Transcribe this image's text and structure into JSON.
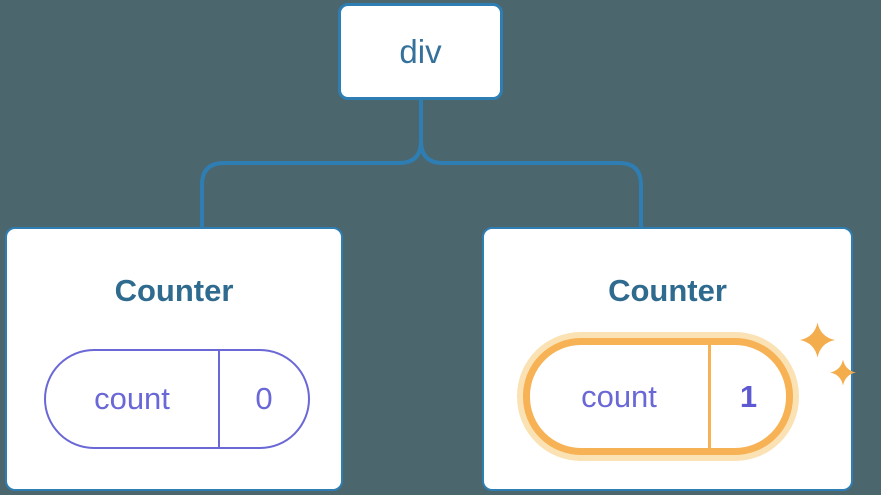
{
  "diagram": {
    "root": {
      "label": "div"
    },
    "children": [
      {
        "title": "Counter",
        "state": {
          "key": "count",
          "value": "0"
        },
        "highlighted": false
      },
      {
        "title": "Counter",
        "state": {
          "key": "count",
          "value": "1"
        },
        "highlighted": true
      }
    ]
  },
  "icons": {
    "sparkles": "sparkles-icon"
  },
  "colors": {
    "background": "#4c666e",
    "connector_blue": "#2e7eb3",
    "root_label_blue": "#35719b",
    "title_blue": "#2f6a8f",
    "state_purple": "#6a67d6",
    "state_value_bold_purple": "#5d5ad1",
    "highlight_orange": "#f6b254",
    "highlight_glow": "#fbe2b4",
    "sparkle_orange": "#f3ad4d",
    "card_background": "#ffffff"
  }
}
